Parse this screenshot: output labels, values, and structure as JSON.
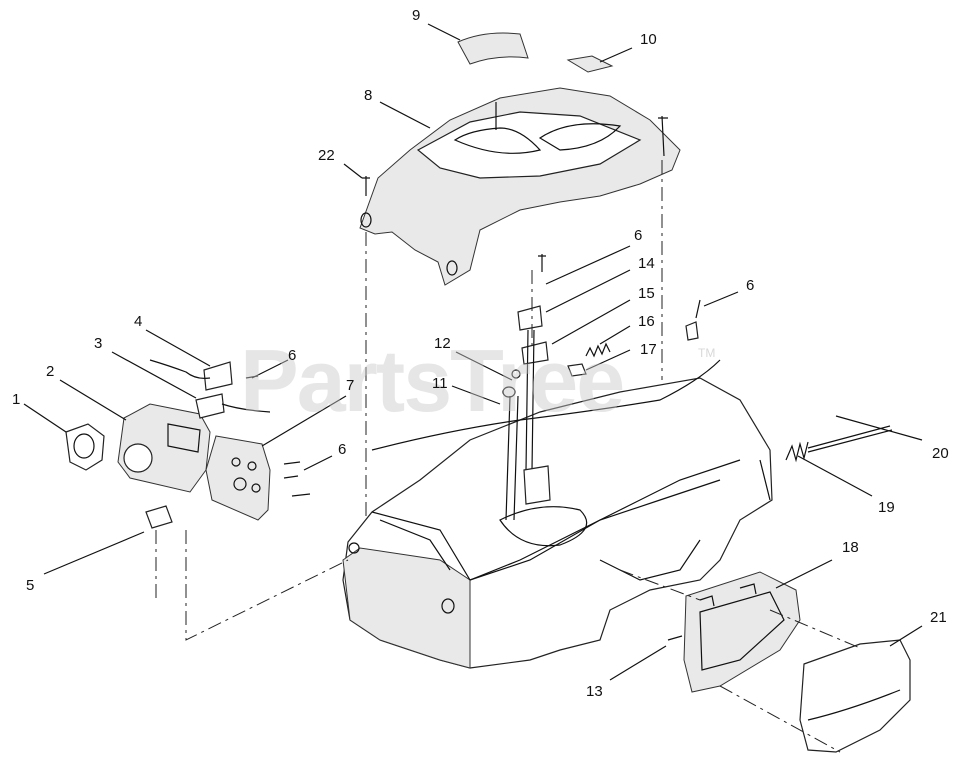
{
  "watermark": {
    "text": "PartsTree",
    "trademark": "TM"
  },
  "callouts": [
    "1",
    "2",
    "3",
    "4",
    "5",
    "6",
    "6",
    "6",
    "6",
    "7",
    "8",
    "9",
    "10",
    "11",
    "12",
    "13",
    "14",
    "15",
    "16",
    "17",
    "18",
    "19",
    "20",
    "21",
    "22"
  ]
}
